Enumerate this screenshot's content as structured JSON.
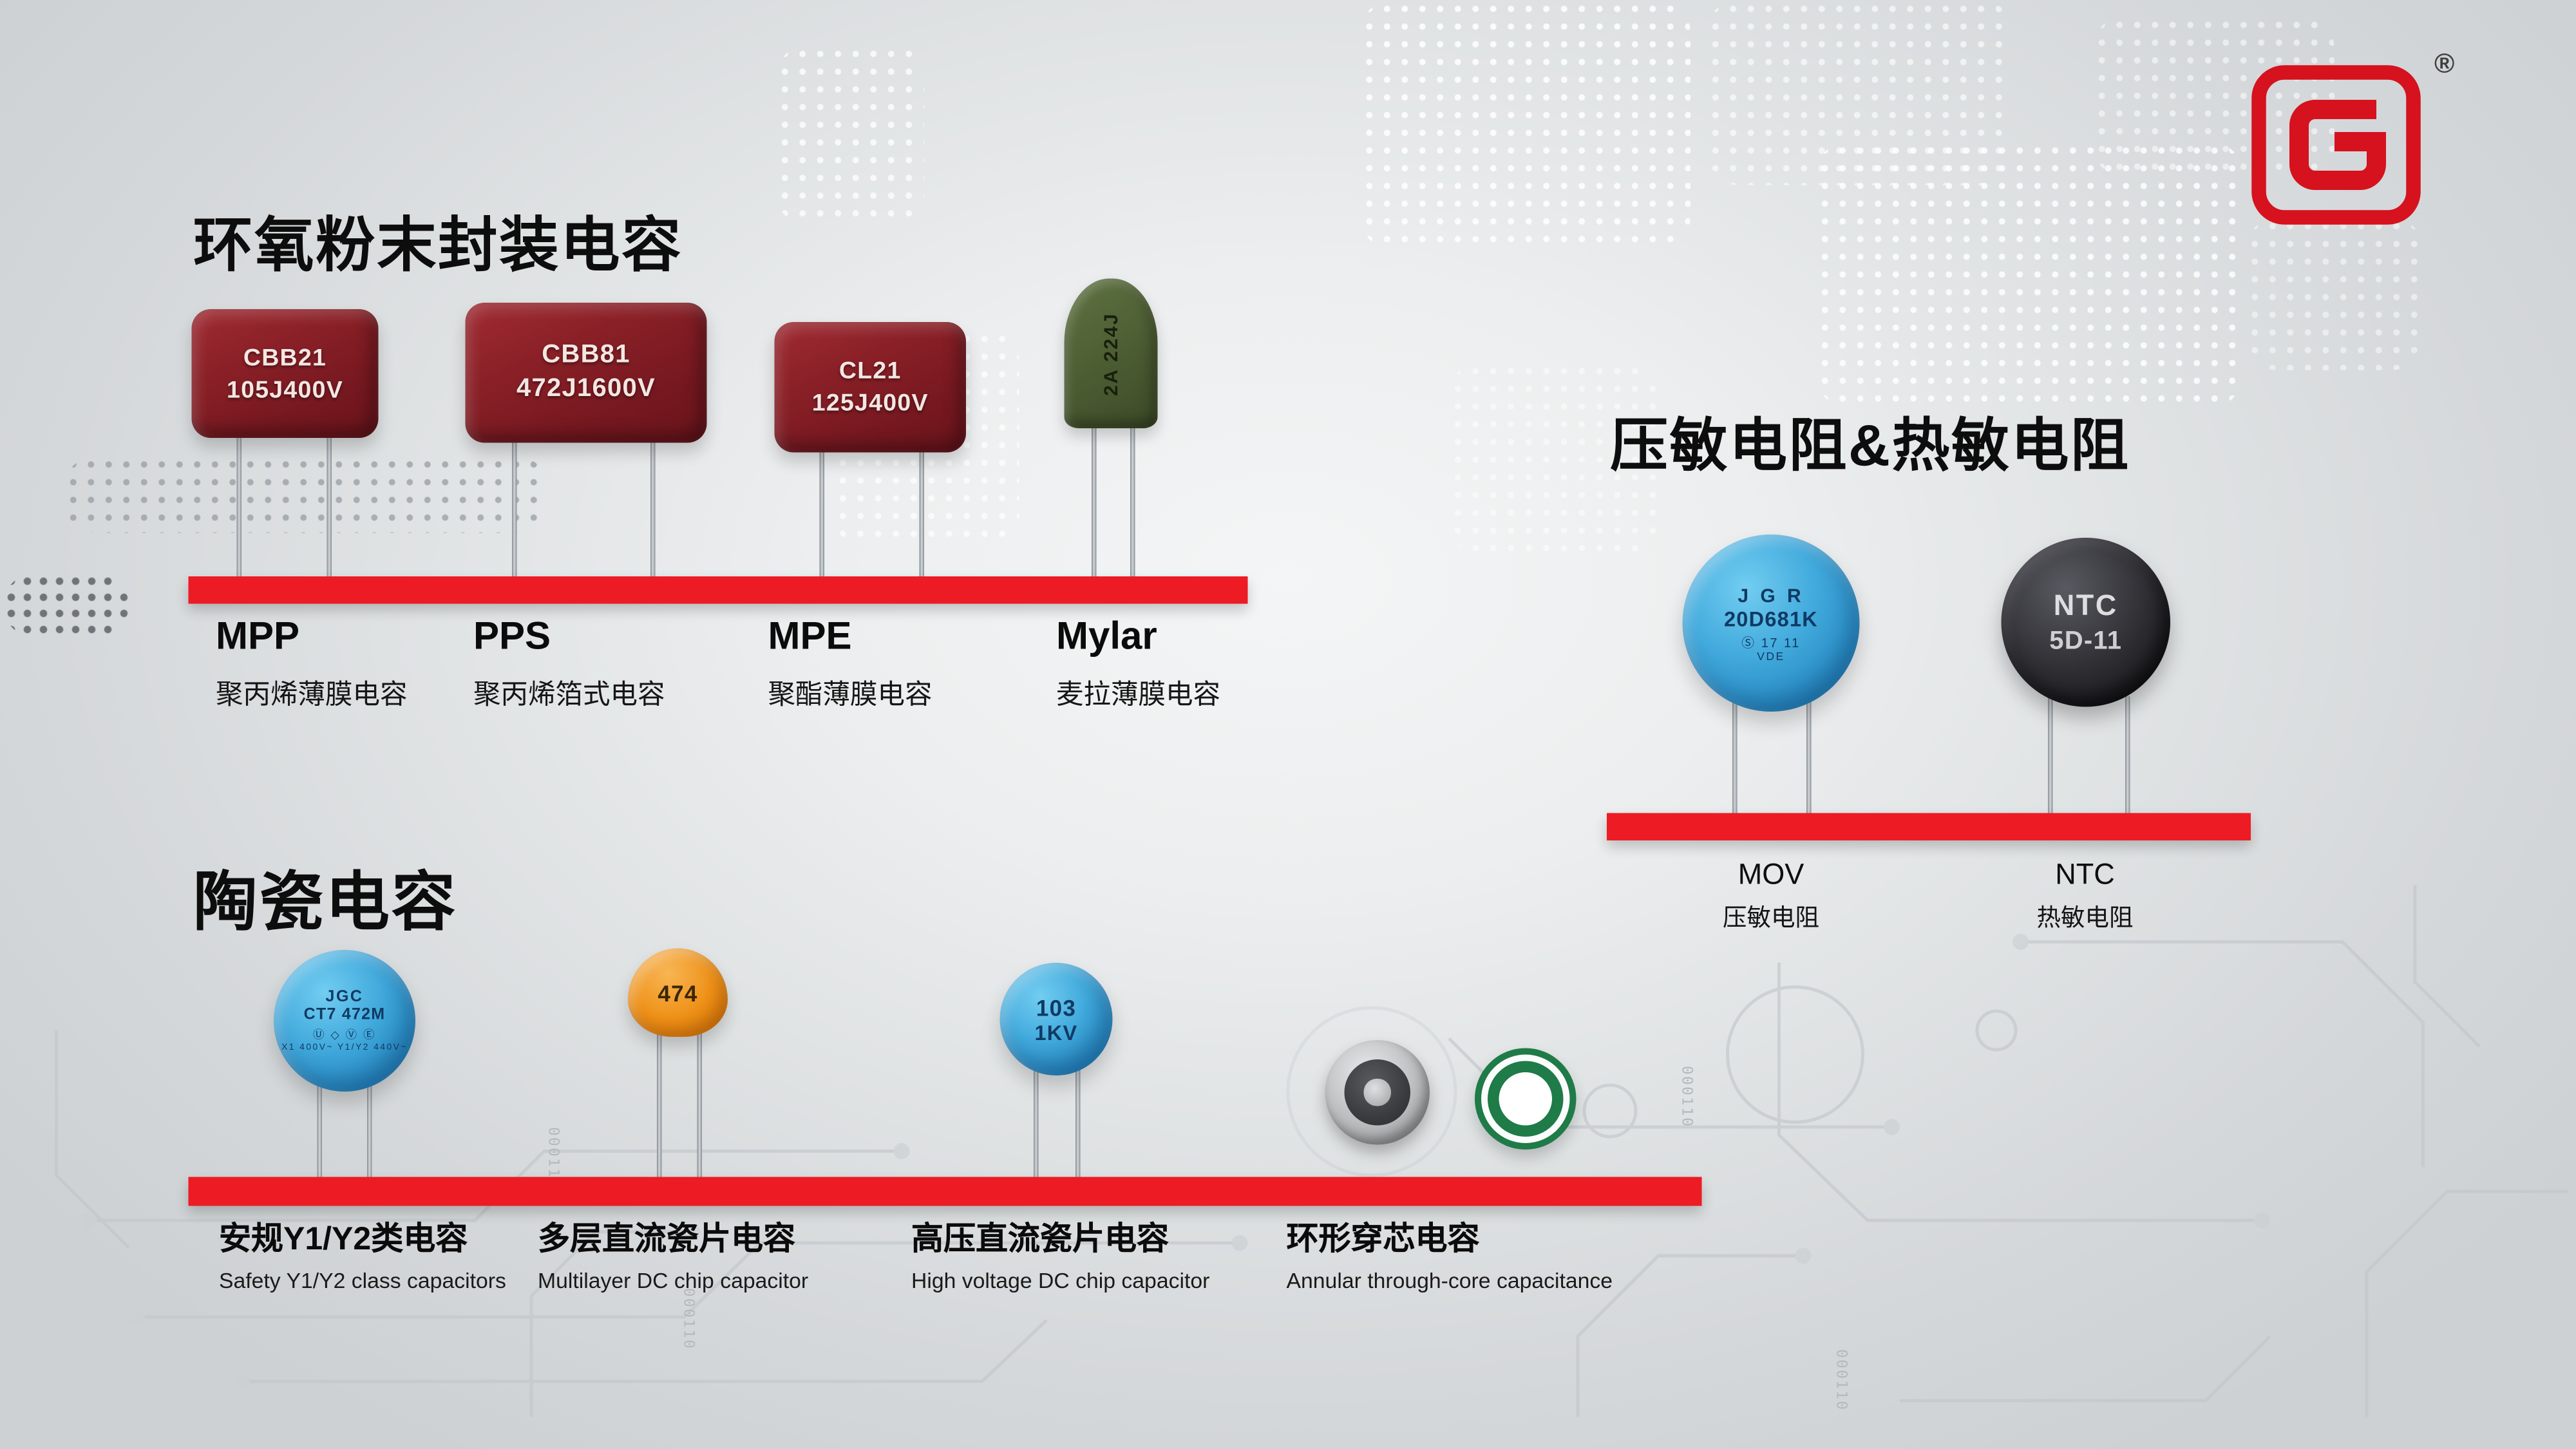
{
  "registered_mark": "®",
  "colors": {
    "shelf_red": "#ec1b24",
    "logo_red": "#d5121e",
    "disc_blue": "#2e9fd4",
    "cap_maroon": "#7d1a21"
  },
  "epoxy": {
    "title": "环氧粉末封装电容",
    "caps": [
      {
        "print1": "CBB21",
        "print2": "105J400V",
        "name": "MPP",
        "desc": "聚丙烯薄膜电容"
      },
      {
        "print1": "CBB81",
        "print2": "472J1600V",
        "name": "PPS",
        "desc": "聚丙烯箔式电容"
      },
      {
        "print1": "CL21",
        "print2": "125J400V",
        "name": "MPE",
        "desc": "聚酯薄膜电容"
      },
      {
        "print1": "2A 224J",
        "name": "Mylar",
        "desc": "麦拉薄膜电容"
      }
    ]
  },
  "varistor": {
    "title": "压敏电阻&热敏电阻",
    "items": [
      {
        "print1": "J G R",
        "print2": "20D681K",
        "marks": "Ⓢ 17 11",
        "marks2": "VDE",
        "name": "MOV",
        "desc": "压敏电阻"
      },
      {
        "print1": "NTC",
        "print2": "5D-11",
        "name": "NTC",
        "desc": "热敏电阻"
      }
    ]
  },
  "ceramic": {
    "title": "陶瓷电容",
    "items": [
      {
        "print1": "JGC",
        "print2": "CT7 472M",
        "marks": "Ⓤ ◇ Ⓥ Ⓔ",
        "rating": "X1 400V~ Y1/Y2 440V~",
        "name": "安规Y1/Y2类电容",
        "desc": "Safety Y1/Y2 class capacitors"
      },
      {
        "print1": "474",
        "name": "多层直流瓷片电容",
        "desc": "Multilayer DC chip capacitor"
      },
      {
        "print1": "103",
        "print2": "1KV",
        "name": "高压直流瓷片电容",
        "desc": "High voltage DC chip capacitor"
      },
      {
        "name": "环形穿芯电容",
        "desc": "Annular through-core capacitance"
      }
    ]
  },
  "decor": {
    "trace_code": "000110"
  }
}
